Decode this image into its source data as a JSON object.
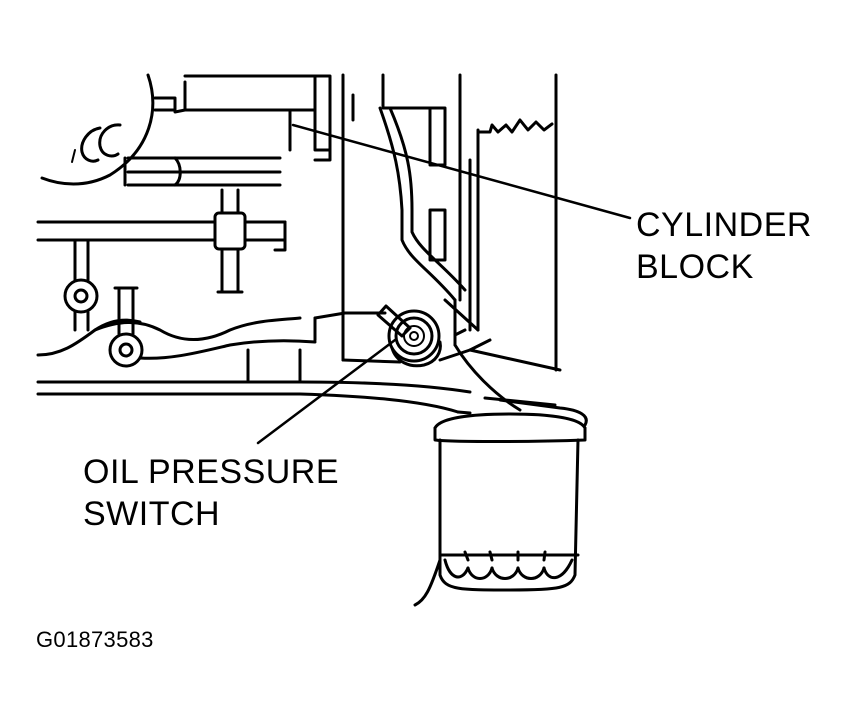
{
  "labels": {
    "cylinder_block": [
      "CYLINDER",
      "BLOCK"
    ],
    "oil_pressure_switch": [
      "OIL PRESSURE",
      "SWITCH"
    ]
  },
  "figure_id": "G01873583"
}
